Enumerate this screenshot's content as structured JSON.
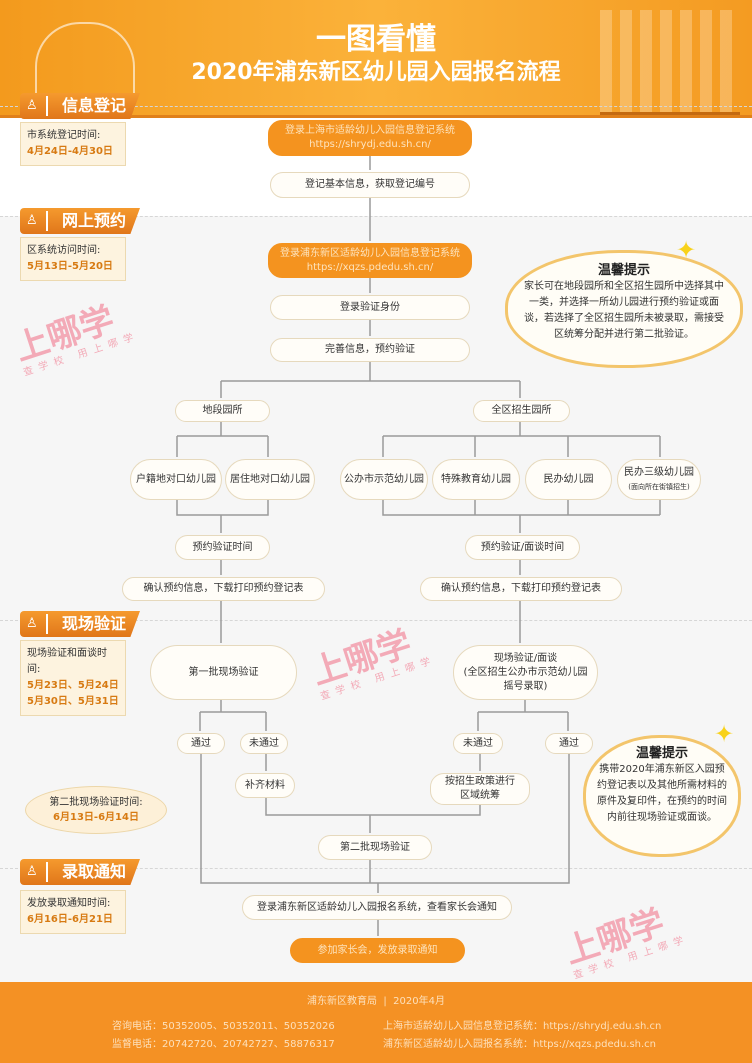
{
  "header": {
    "title": "一图看懂",
    "subtitle": "2020年浦东新区幼儿园入园报名流程"
  },
  "sections": [
    {
      "label": "信息登记",
      "date_label": "市系统登记时间:",
      "dates": [
        "4月24日-4月30日"
      ]
    },
    {
      "label": "网上预约",
      "date_label": "区系统访问时间:",
      "dates": [
        "5月13日-5月20日"
      ]
    },
    {
      "label": "现场验证",
      "date_label": "现场验证和面谈时间:",
      "dates": [
        "5月23日、5月24日",
        "5月30日、5月31日"
      ]
    },
    {
      "label": "录取通知",
      "date_label": "发放录取通知时间:",
      "dates": [
        "6月16日-6月21日"
      ]
    }
  ],
  "second_batch": {
    "label": "第二批现场验证时间:",
    "dates": "6月13日-6月14日"
  },
  "nodes": {
    "login_city": [
      "登录上海市适龄幼儿入园信息登记系统",
      "https://shrydj.edu.sh.cn/"
    ],
    "register": "登记基本信息，获取登记编号",
    "login_district": [
      "登录浦东新区适龄幼儿入园信息登记系统",
      "https://xqzs.pdedu.sh.cn/"
    ],
    "verify_identity": "登录验证身份",
    "complete_info": "完善信息，预约验证",
    "local": "地段园所",
    "district_wide": "全区招生园所",
    "huji": "户籍地对口幼儿园",
    "juzhu": "居住地对口幼儿园",
    "public_model": "公办市示范幼儿园",
    "special": "特殊教育幼儿园",
    "private": "民办幼儿园",
    "private3": [
      "民办三级幼儿园",
      "(面向所在街镇招生)"
    ],
    "appt_time": "预约验证时间",
    "appt_interview_time": "预约验证/面谈时间",
    "confirm_left": "确认预约信息，下载打印预约登记表",
    "confirm_right": "确认预约信息，下载打印预约登记表",
    "first_batch": "第一批现场验证",
    "onsite_interview": [
      "现场验证/面谈",
      "(全区招生公办市示范幼儿园",
      "摇号录取)"
    ],
    "pass": "通过",
    "fail": "未通过",
    "supplement": "补齐材料",
    "coordinate": [
      "按招生政策进行",
      "区域统筹"
    ],
    "second_batch": "第二批现场验证",
    "check_notice": "登录浦东新区适龄幼儿入园报名系统，查看家长会通知",
    "attend": "参加家长会，发放录取通知"
  },
  "tips": [
    {
      "title": "温馨提示",
      "text": "家长可在地段园所和全区招生园所中选择其中一类，并选择一所幼儿园进行预约验证或面谈，若选择了全区招生园所未被录取，需接受区统筹分配并进行第二批验证。"
    },
    {
      "title": "温馨提示",
      "text": "携带2020年浦东新区入园预约登记表以及其他所需材料的原件及复印件，在预约的时间内前往现场验证或面谈。"
    }
  ],
  "watermark": {
    "big": "上哪学",
    "small": "查学校 用上哪学"
  },
  "footer": {
    "org": "浦东新区教育局",
    "date": "2020年4月",
    "consult": "咨询电话：50352005、50352011、50352026",
    "supervise": "监督电话：20742720、20742727、58876317",
    "site1": "上海市适龄幼儿入园信息登记系统：https://shrydj.edu.sh.cn",
    "site2": "浦东新区适龄幼儿入园报名系统：https://xqzs.pdedu.sh.cn"
  }
}
